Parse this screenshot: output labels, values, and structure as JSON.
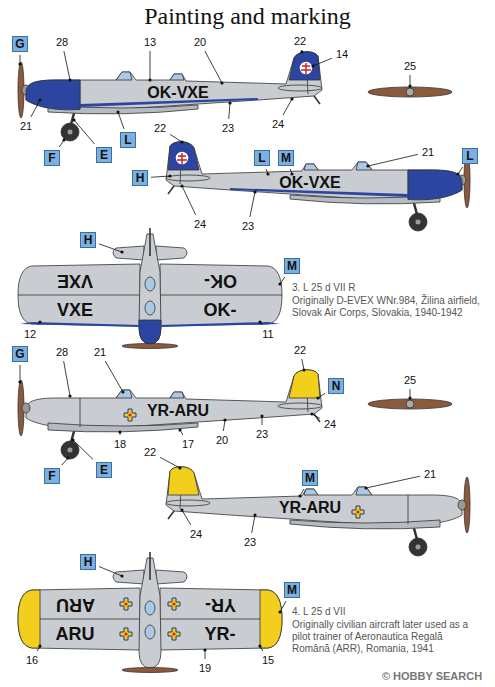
{
  "diagram": {
    "title": "Painting and marking",
    "nodes": [
      {
        "text": [
          "G"
        ]
      },
      {
        "text": [
          "L"
        ]
      },
      {
        "text": [
          "F"
        ]
      },
      {
        "text": [
          "E"
        ]
      },
      {
        "text": [
          "L"
        ]
      },
      {
        "text": [
          "M"
        ]
      },
      {
        "text": [
          "H"
        ]
      },
      {
        "text": [
          "L"
        ]
      },
      {
        "text": [
          "H"
        ]
      },
      {
        "text": [
          "M"
        ]
      },
      {
        "text": [
          "G"
        ]
      },
      {
        "text": [
          "N"
        ]
      },
      {
        "text": [
          "F"
        ]
      },
      {
        "text": [
          "E"
        ]
      },
      {
        "text": [
          "M"
        ]
      },
      {
        "text": [
          "H"
        ]
      },
      {
        "text": [
          "M"
        ]
      }
    ],
    "labels": [
      "28",
      "13",
      "20",
      "22",
      "14",
      "OK-VXE",
      "21",
      "23",
      "24",
      "25",
      "22",
      "21",
      "OK-VXE",
      "24",
      "23",
      "VXE",
      "OK-",
      "12",
      "11",
      "VXE",
      "OK-",
      "3. L 25 d VII R",
      "Originally D-EVEX WNr.984, Žilina airfield, Slovak Air Corps, Slovakia, 1940-1942",
      "28",
      "21",
      "22",
      "25",
      "YR-ARU",
      "24",
      "18",
      "17",
      "20",
      "23",
      "22",
      "21",
      "YR-ARU",
      "24",
      "23",
      "ARU",
      "YR-",
      "16",
      "15",
      "ARU",
      "YR-",
      "19",
      "4. L 25 d VII",
      "Originally civilian aircraft later used as a pilot trainer of Aeronautica Regală Română (ARR), Romania, 1941",
      "© HOBBY SEARCH"
    ]
  }
}
